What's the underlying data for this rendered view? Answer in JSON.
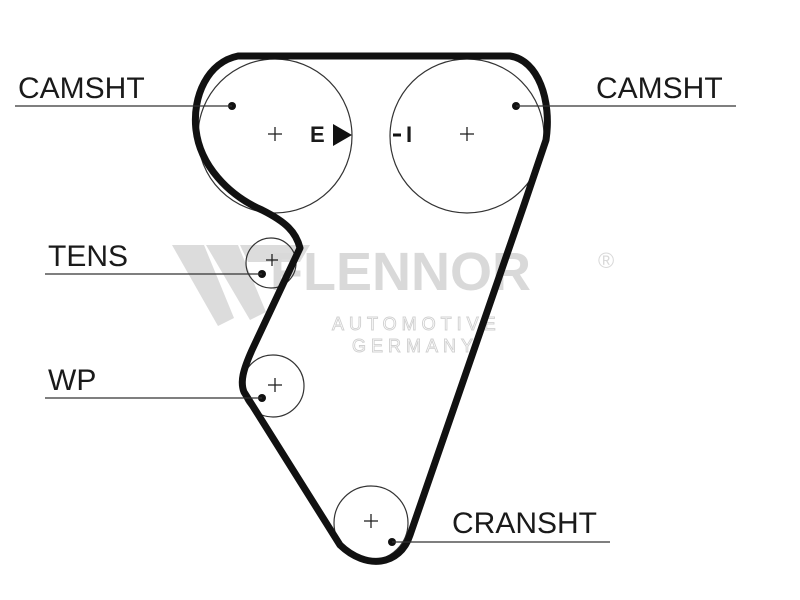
{
  "labels": {
    "camshaft_left": "CAMSHT",
    "camshaft_right": "CAMSHT",
    "tensioner": "TENS",
    "water_pump": "WP",
    "crankshaft": "CRANSHT"
  },
  "markers": {
    "exhaust": "E",
    "intake": "I"
  },
  "watermark": {
    "brand": "FLENNOR",
    "registered": "®",
    "line1": "AUTOMOTIVE",
    "line2": "GERMANY"
  },
  "colors": {
    "belt": "#111111",
    "text": "#1a1a1a",
    "watermark": "#d9d9d9"
  }
}
